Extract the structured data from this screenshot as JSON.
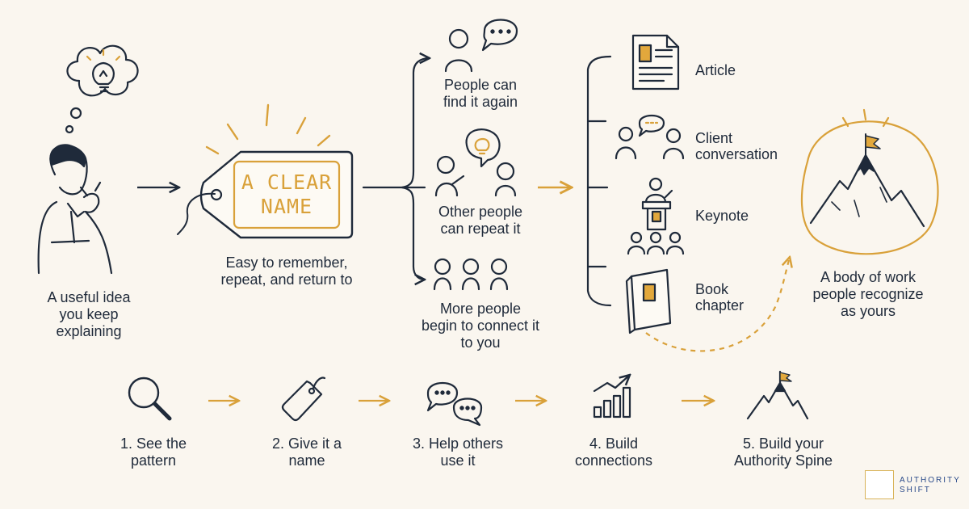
{
  "colors": {
    "ink": "#1f2a3a",
    "accent": "#d9a13a",
    "accent_fill": "#e2a83c",
    "background": "#faf6ef",
    "logo_blue": "#2a4a8a"
  },
  "idea": {
    "caption": [
      "A useful idea",
      "you keep",
      "explaining"
    ]
  },
  "name_tag": {
    "text": [
      "A CLEAR",
      "NAME"
    ],
    "caption": [
      "Easy to remember,",
      "repeat, and return to"
    ]
  },
  "outcomes": [
    {
      "icon": "person-speech-icon",
      "caption": [
        "People can",
        "find it again"
      ]
    },
    {
      "icon": "people-idea-icon",
      "caption": [
        "Other people",
        "can repeat it"
      ]
    },
    {
      "icon": "group-icon",
      "caption": [
        "More people",
        "begin to connect it",
        "to you"
      ]
    }
  ],
  "formats": [
    {
      "icon": "article-icon",
      "label": [
        "Article"
      ]
    },
    {
      "icon": "conversation-icon",
      "label": [
        "Client",
        "conversation"
      ]
    },
    {
      "icon": "keynote-icon",
      "label": [
        "Keynote"
      ]
    },
    {
      "icon": "book-icon",
      "label": [
        "Book",
        "chapter"
      ]
    }
  ],
  "result": {
    "icon": "mountain-flag-icon",
    "caption": [
      "A body of work",
      "people recognize",
      "as yours"
    ]
  },
  "steps": [
    {
      "icon": "magnifier-icon",
      "label": [
        "1. See the",
        "pattern"
      ]
    },
    {
      "icon": "tag-icon",
      "label": [
        "2. Give it a",
        "name"
      ]
    },
    {
      "icon": "speech-bubbles-icon",
      "label": [
        "3. Help others",
        "use it"
      ]
    },
    {
      "icon": "growth-chart-icon",
      "label": [
        "4. Build",
        "connections"
      ]
    },
    {
      "icon": "mountain-flag-icon",
      "label": [
        "5. Build your",
        "Authority Spine"
      ]
    }
  ],
  "logo": {
    "icon": "authority-shift-logo-icon",
    "text": [
      "AUTHORITY",
      "SHIFT"
    ]
  }
}
